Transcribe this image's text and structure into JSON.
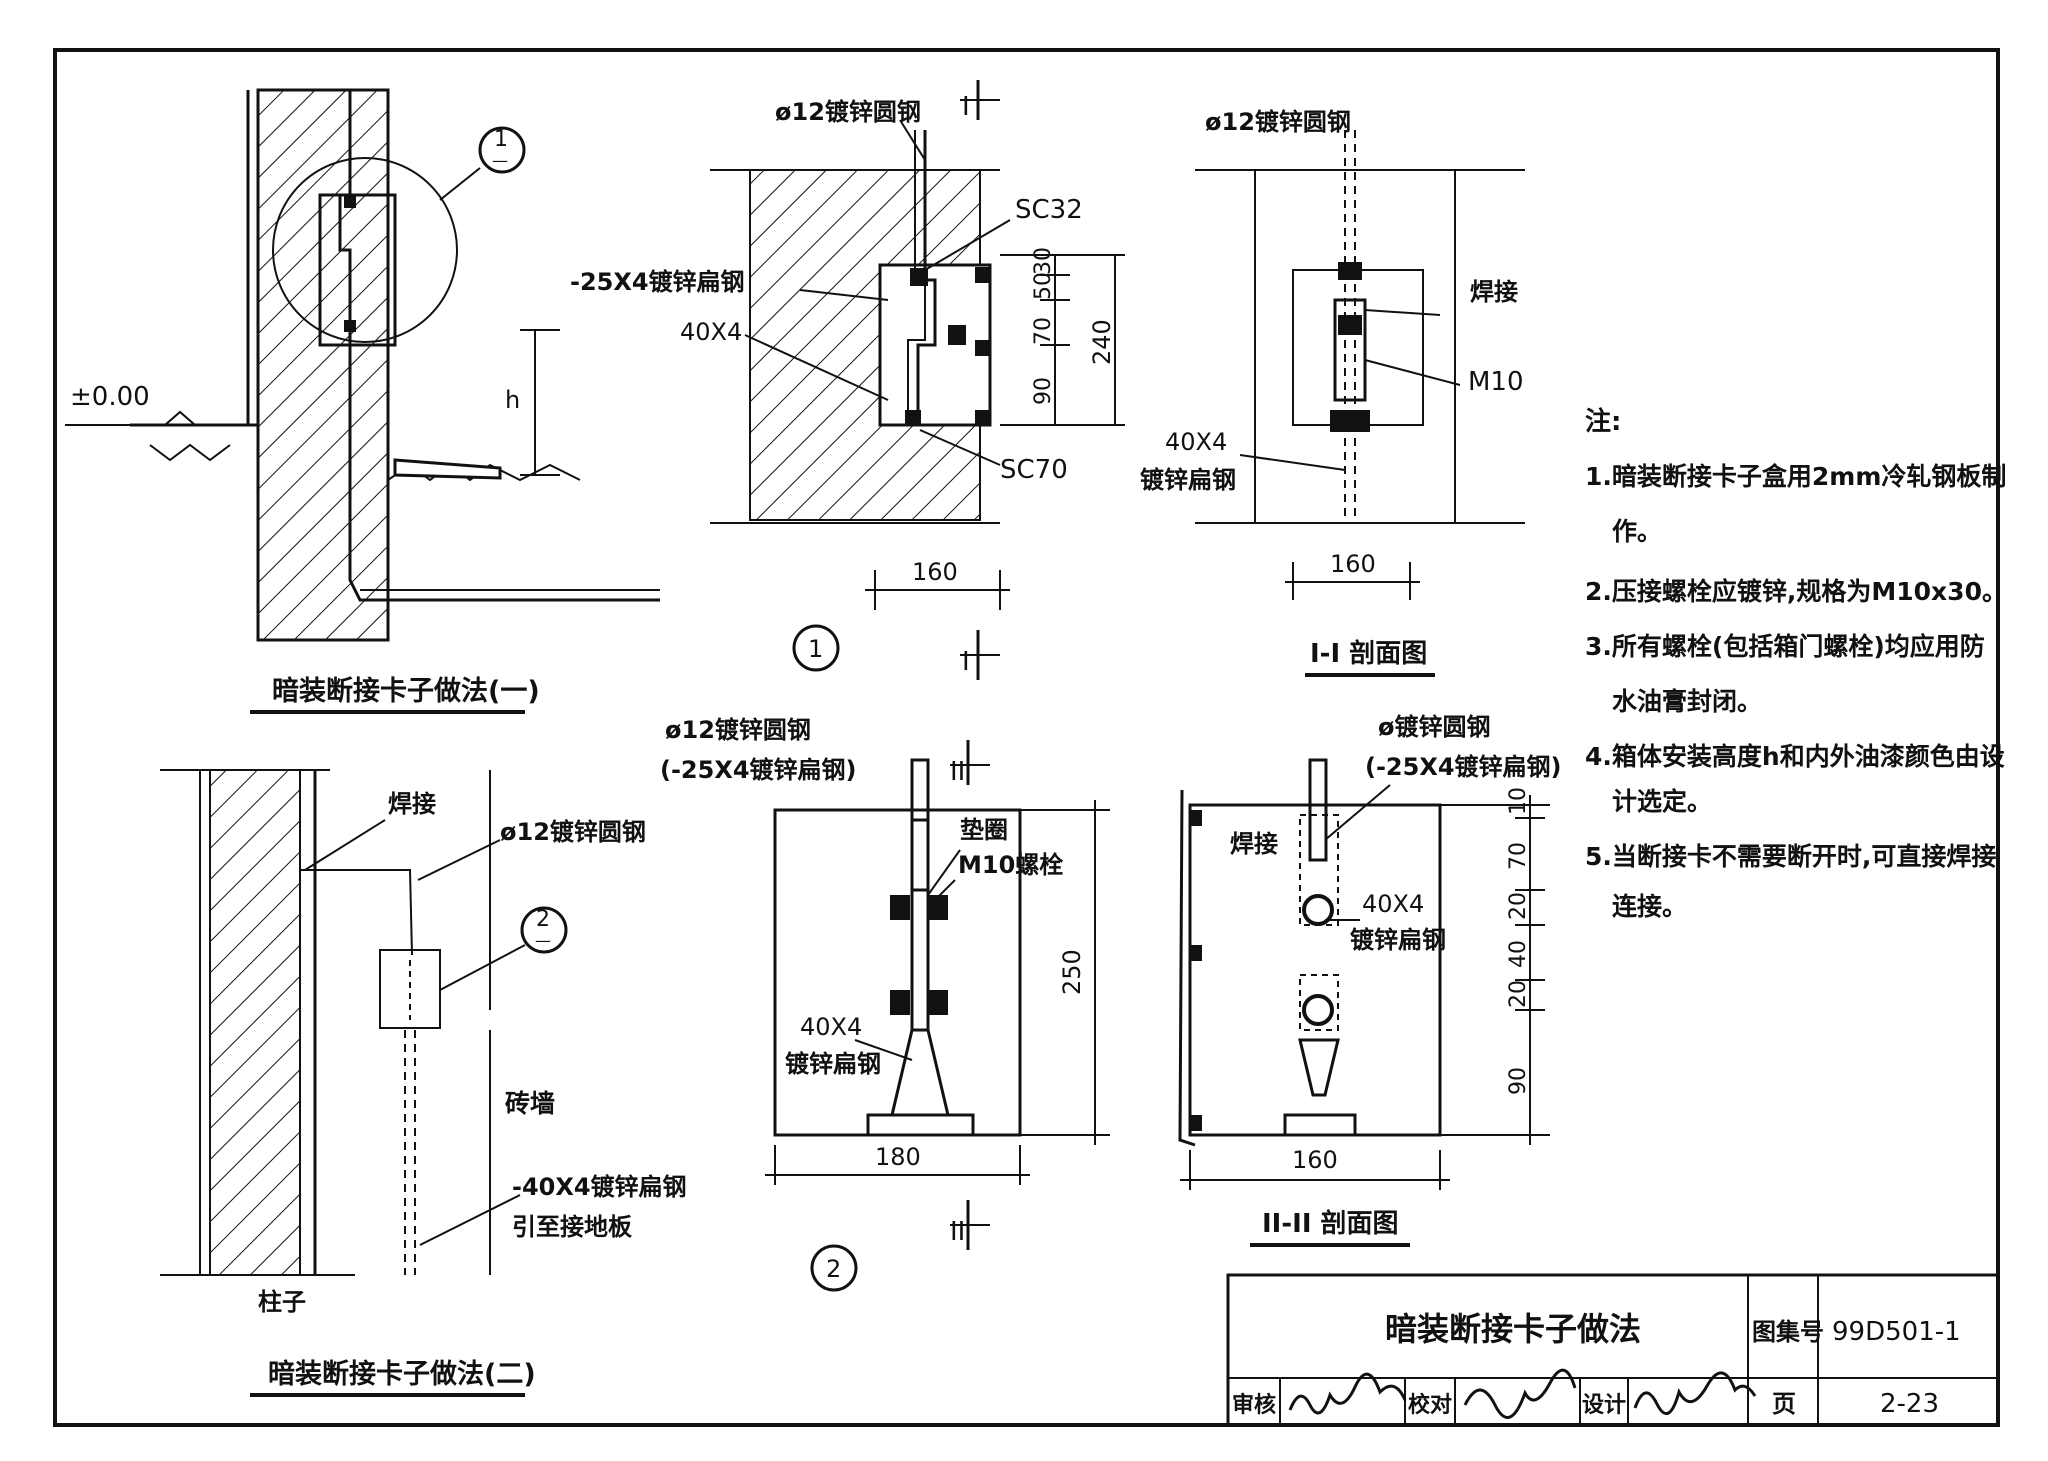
{
  "drawing": {
    "fig1": {
      "title": "暗装断接卡子做法(一)",
      "datum": "±0.00",
      "h_label": "h",
      "callout_num": "1",
      "callout_sub": "—"
    },
    "fig2": {
      "title": "暗装断接卡子做法(二)",
      "weld": "焊接",
      "rod": "ø12镀锌圆钢",
      "callout_num": "2",
      "callout_sub": "—",
      "brick_wall": "砖墙",
      "flat_steel": "-40X4镀锌扁钢",
      "to_ground": "引至接地板",
      "column": "柱子"
    },
    "detail1": {
      "rod": "ø12镀锌圆钢",
      "section_mark": "I",
      "sc32": "SC32",
      "flat25": "-25X4镀锌扁钢",
      "flat40": "40X4",
      "sc70": "SC70",
      "dims": [
        "30",
        "50",
        "70",
        "90",
        "240"
      ],
      "width": "160",
      "num": "1"
    },
    "section1": {
      "rod": "ø12镀锌圆钢",
      "weld": "焊接",
      "bolt": "M10",
      "flat_a": "40X4",
      "flat_b": "镀锌扁钢",
      "width": "160",
      "title": "I-I 剖面图"
    },
    "detail2": {
      "rod": "ø12镀锌圆钢",
      "rod_alt": "(-25X4镀锌扁钢)",
      "section_mark": "II",
      "washer": "垫圈",
      "bolt": "M10螺栓",
      "flat_a": "40X4",
      "flat_b": "镀锌扁钢",
      "height": "250",
      "width": "180",
      "num": "2"
    },
    "section2": {
      "rod": "ø镀锌圆钢",
      "rod_alt": "(-25X4镀锌扁钢)",
      "weld": "焊接",
      "flat_a": "40X4",
      "flat_b": "镀锌扁钢",
      "dims": [
        "10",
        "70",
        "20",
        "40",
        "20",
        "90"
      ],
      "width": "160",
      "title": "II-II  剖面图"
    },
    "notes": {
      "heading": "注:",
      "items": [
        "1.暗装断接卡子盒用2mm冷轧钢板制",
        "作。",
        "2.压接螺栓应镀锌,规格为M10x30。",
        "3.所有螺栓(包括箱门螺栓)均应用防",
        "水油膏封闭。",
        "4.箱体安装高度h和内外油漆颜色由设",
        "计选定。",
        "5.当断接卡不需要断开时,可直接焊接",
        "连接。"
      ]
    },
    "title_block": {
      "title": "暗装断接卡子做法",
      "atlas_label": "图集号",
      "atlas_no": "99D501-1",
      "review_label": "审核",
      "check_label": "校对",
      "design_label": "设计",
      "page_label": "页",
      "page_no": "2-23"
    }
  }
}
